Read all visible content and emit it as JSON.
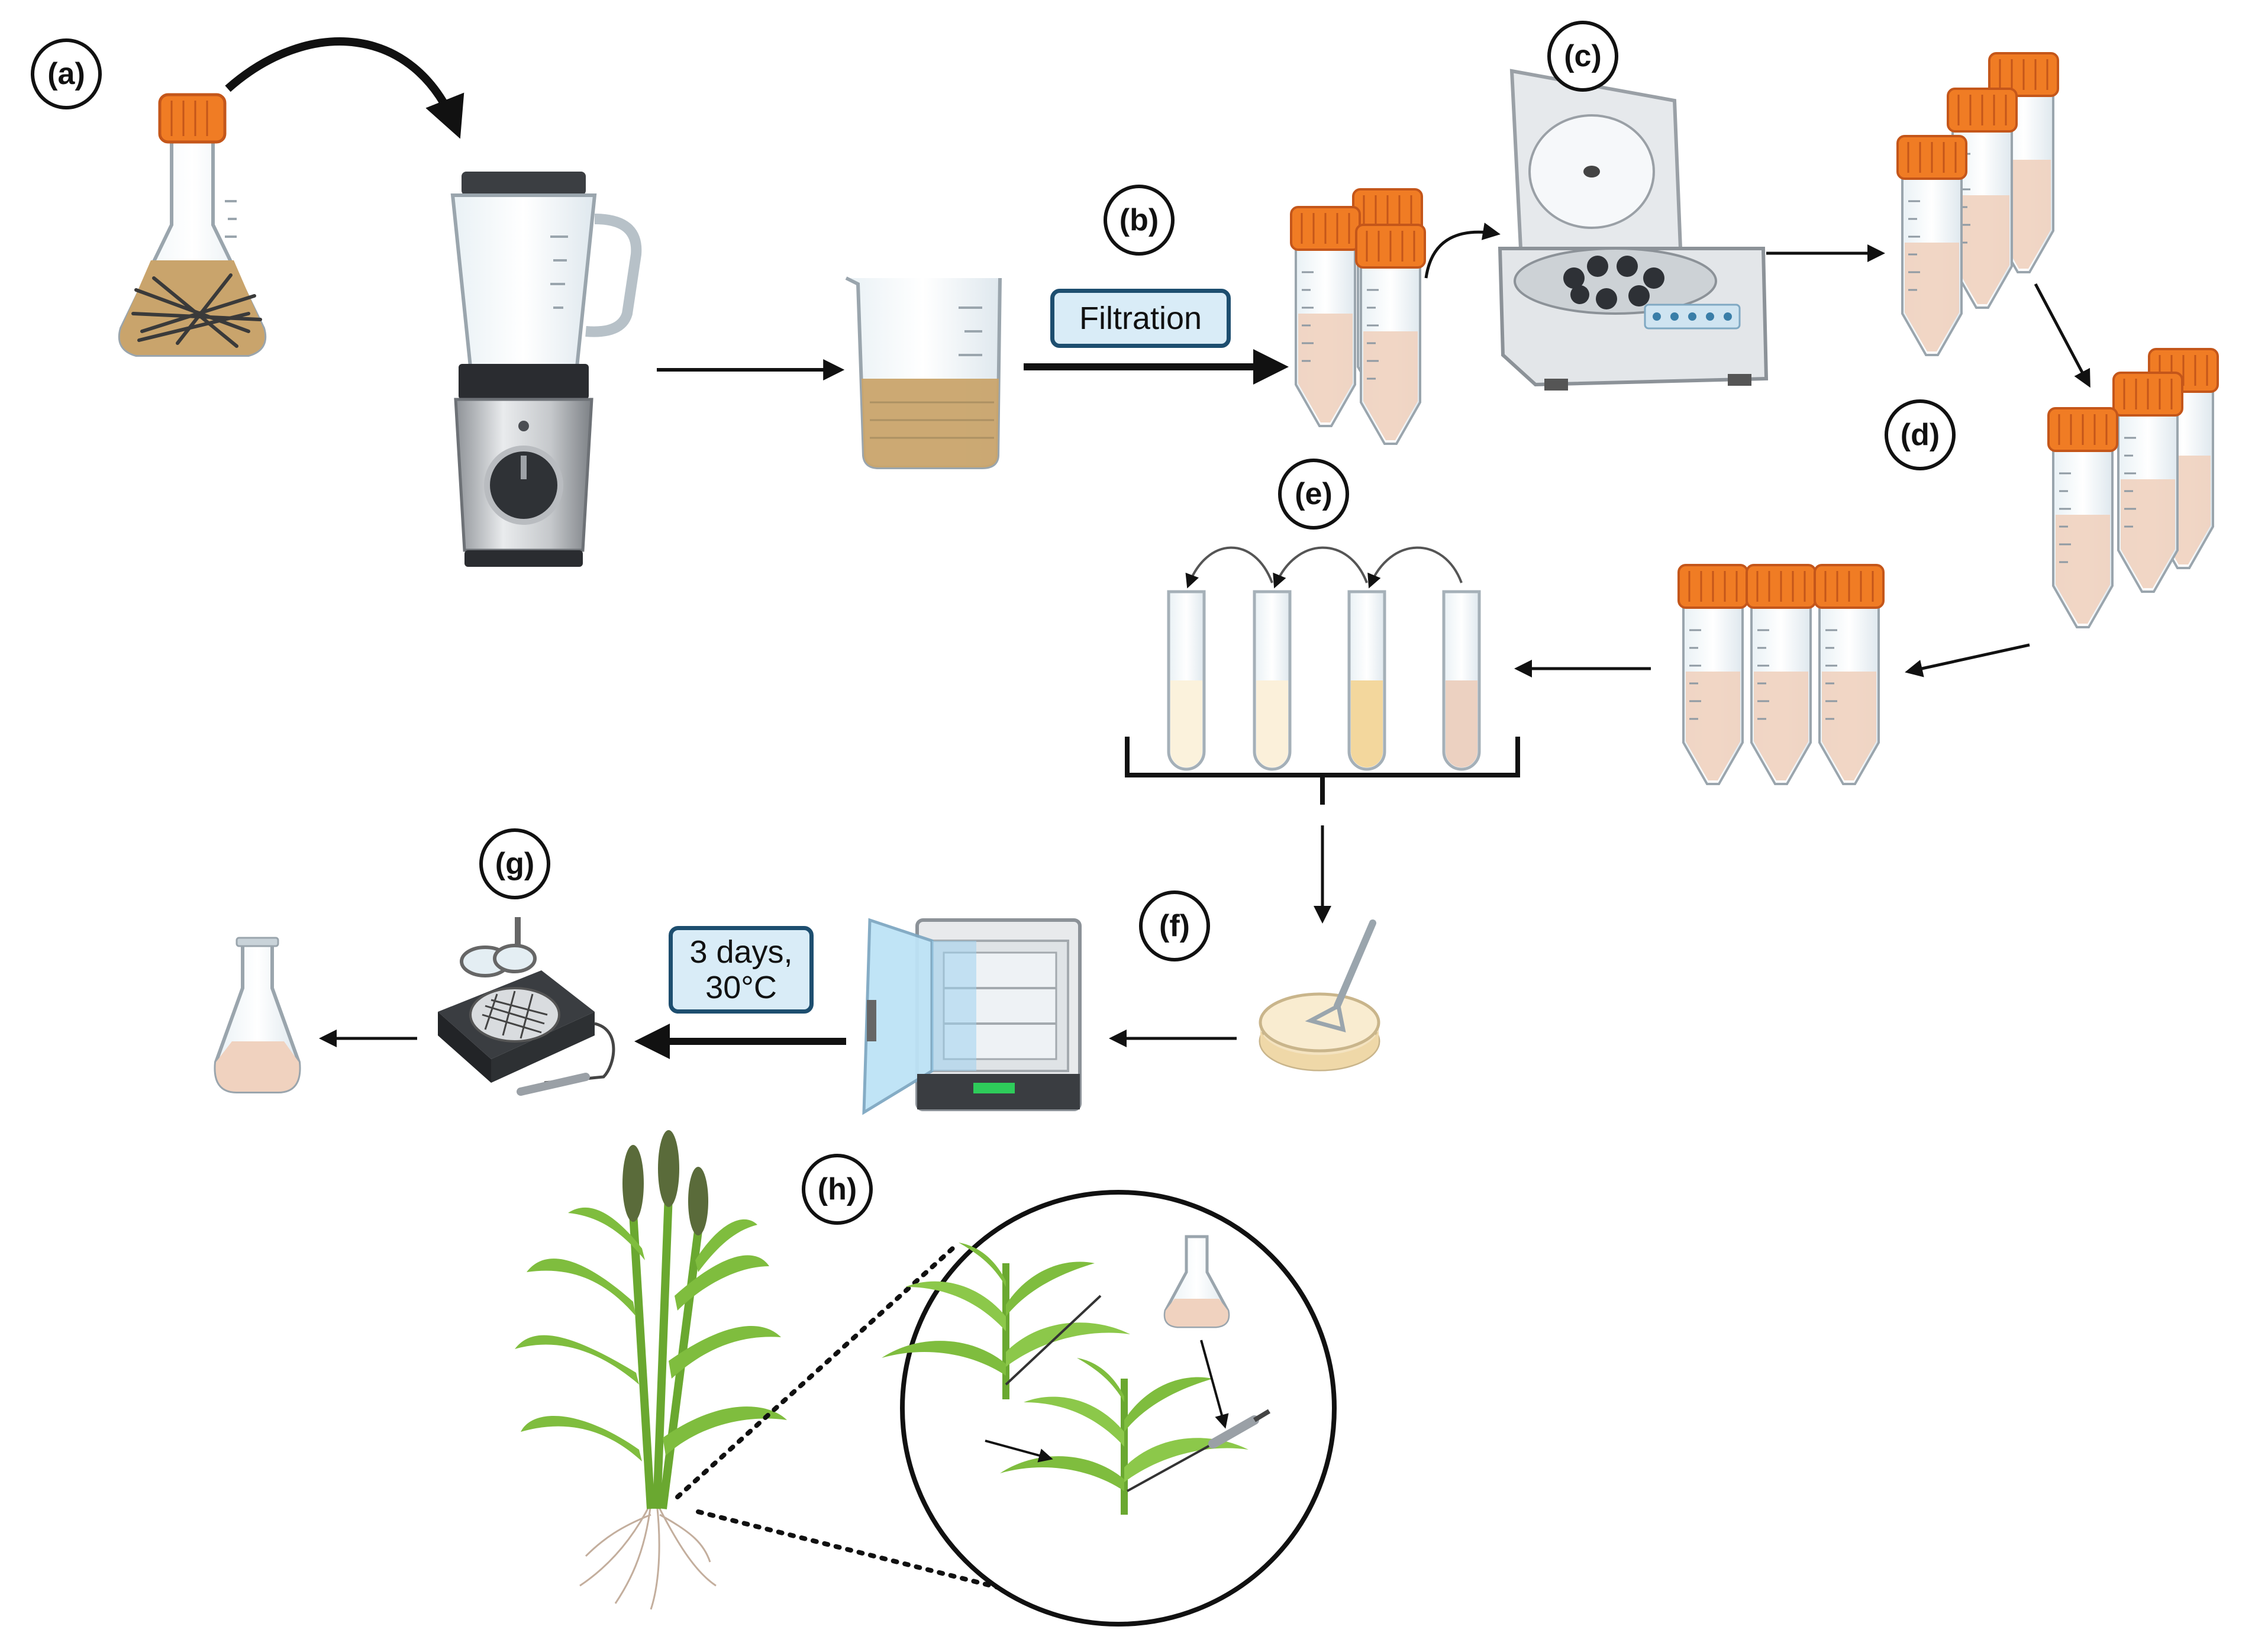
{
  "steps": [
    {
      "id": "a",
      "label": "(a)"
    },
    {
      "id": "b",
      "label": "(b)"
    },
    {
      "id": "c",
      "label": "(c)"
    },
    {
      "id": "d",
      "label": "(d)"
    },
    {
      "id": "e",
      "label": "(e)"
    },
    {
      "id": "f",
      "label": "(f)"
    },
    {
      "id": "g",
      "label": "(g)"
    },
    {
      "id": "h",
      "label": "(h)"
    }
  ],
  "tags": {
    "filtration": "Filtration",
    "incubation": "3 days,\n30°C"
  },
  "colors": {
    "tube_cap": "#f07c24",
    "broth": "#c9a46c",
    "suspension": "#f0d2bf",
    "tag_fill": "#d9ecf7",
    "tag_border": "#1d4e6f",
    "plant_leaf": "#7fbd3e"
  },
  "icons": [
    "flask-icon",
    "blender-icon",
    "beaker-icon",
    "centrifuge-tube-icon",
    "centrifuge-icon",
    "test-tube-icon",
    "petri-dish-icon",
    "incubator-icon",
    "colony-counter-icon",
    "plant-icon",
    "syringe-icon"
  ]
}
